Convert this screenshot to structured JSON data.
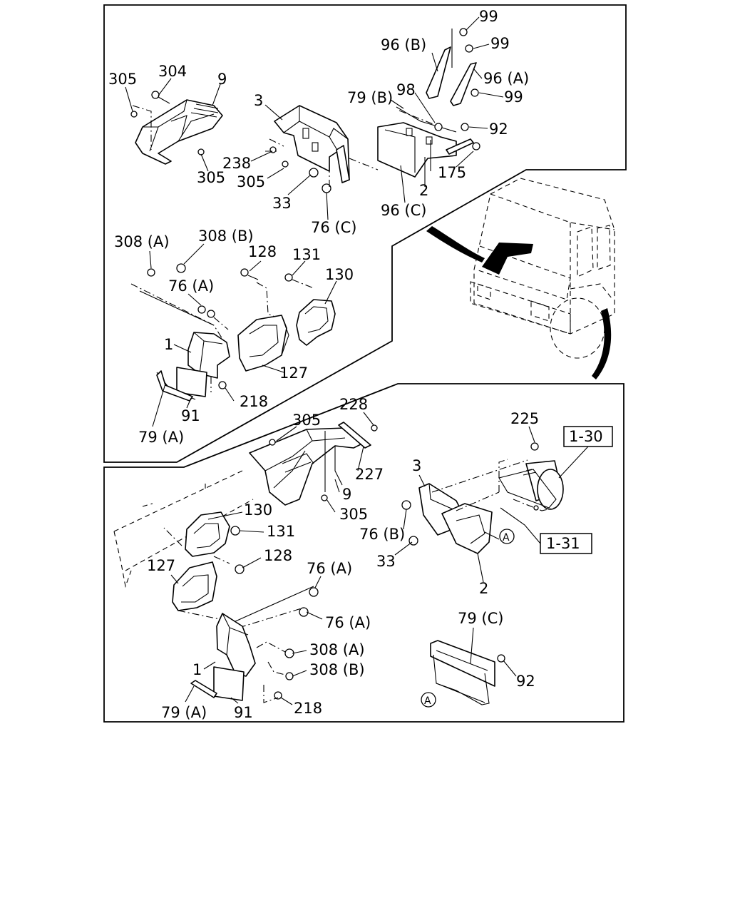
{
  "labels": {
    "top": {
      "l305a": "305",
      "l304": "304",
      "l9": "9",
      "l305b": "305",
      "l3": "3",
      "l238": "238",
      "l305c": "305",
      "l33": "33",
      "l76c": "76 (C)",
      "l99a": "99",
      "l99b": "99",
      "l99c": "99",
      "l96b": "96 (B)",
      "l96a": "96 (A)",
      "l79b": "79 (B)",
      "l98": "98",
      "l92": "92",
      "l175": "175",
      "l2": "2",
      "l96c": "96 (C)",
      "l308a": "308 (A)",
      "l308b": "308 (B)",
      "l128": "128",
      "l131": "131",
      "l130": "130",
      "l76a": "76 (A)",
      "l1": "1",
      "l127": "127",
      "l218": "218",
      "l91": "91",
      "l79a": "79 (A)"
    },
    "bottom": {
      "l228": "228",
      "l305a": "305",
      "l227": "227",
      "l9": "9",
      "l305b": "305",
      "l225": "225",
      "ref130": "1-30",
      "l3": "3",
      "l76b": "76 (B)",
      "circA1": "A",
      "l33": "33",
      "ref131": "1-31",
      "l2": "2",
      "l130": "130",
      "l131": "131",
      "l128": "128",
      "l127": "127",
      "l76a1": "76 (A)",
      "l76a2": "76 (A)",
      "l308a": "308 (A)",
      "l308b": "308 (B)",
      "l1": "1",
      "l218": "218",
      "l79a": "79 (A)",
      "l91": "91",
      "l79c": "79 (C)",
      "l92": "92",
      "circA2": "A"
    }
  }
}
